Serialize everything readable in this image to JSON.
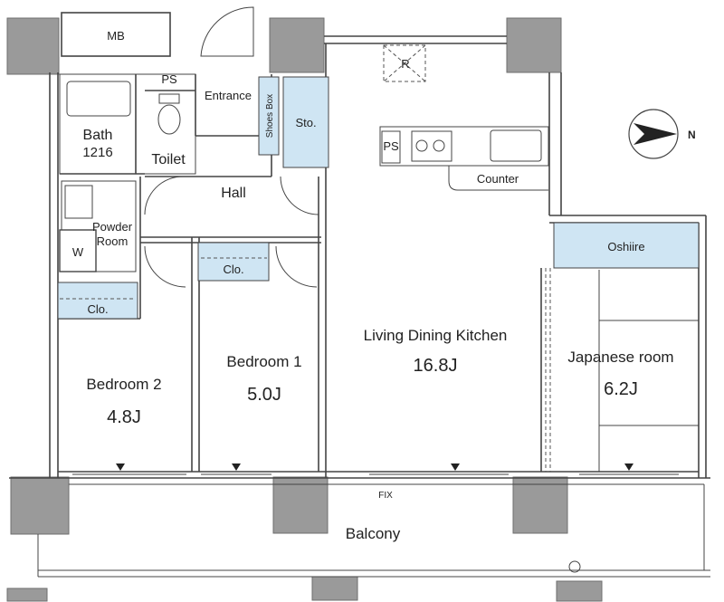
{
  "floorplan": {
    "rooms": {
      "mb": "MB",
      "ps_top": "PS",
      "entrance": "Entrance",
      "shoes_box": "Shoes Box",
      "storage": "Sto.",
      "bath_name": "Bath",
      "bath_size": "1216",
      "toilet": "Toilet",
      "hall": "Hall",
      "powder_room_line1": "Powder",
      "powder_room_line2": "Room",
      "washer": "W",
      "closet_left": "Clo.",
      "closet_mid": "Clo.",
      "refrigerator": "R",
      "ps_kitchen": "PS",
      "counter": "Counter",
      "oshiire": "Oshiire",
      "ldk_name": "Living Dining Kitchen",
      "ldk_size": "16.8J",
      "bedroom1_name": "Bedroom 1",
      "bedroom1_size": "5.0J",
      "bedroom2_name": "Bedroom 2",
      "bedroom2_size": "4.8J",
      "japanese_name": "Japanese room",
      "japanese_size": "6.2J",
      "fix": "FIX",
      "balcony": "Balcony"
    },
    "compass": {
      "direction": "N",
      "icon": "north-arrow-icon"
    },
    "colors": {
      "storage_fill": "#cfe5f3",
      "wall_fill": "#9a9a9a",
      "line": "#444444"
    }
  }
}
